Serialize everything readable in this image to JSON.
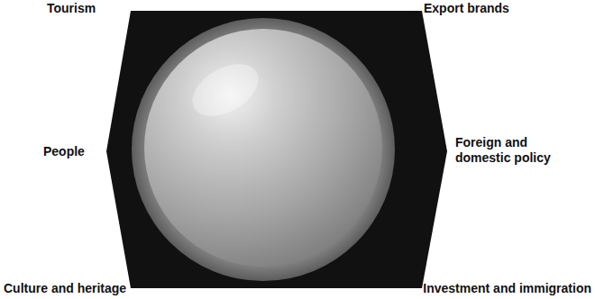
{
  "diagram": {
    "labels": [
      "Tourism",
      "Export brands",
      "People",
      "Foreign and domestic policy",
      "Culture and heritage",
      "Investment and immigration"
    ]
  }
}
